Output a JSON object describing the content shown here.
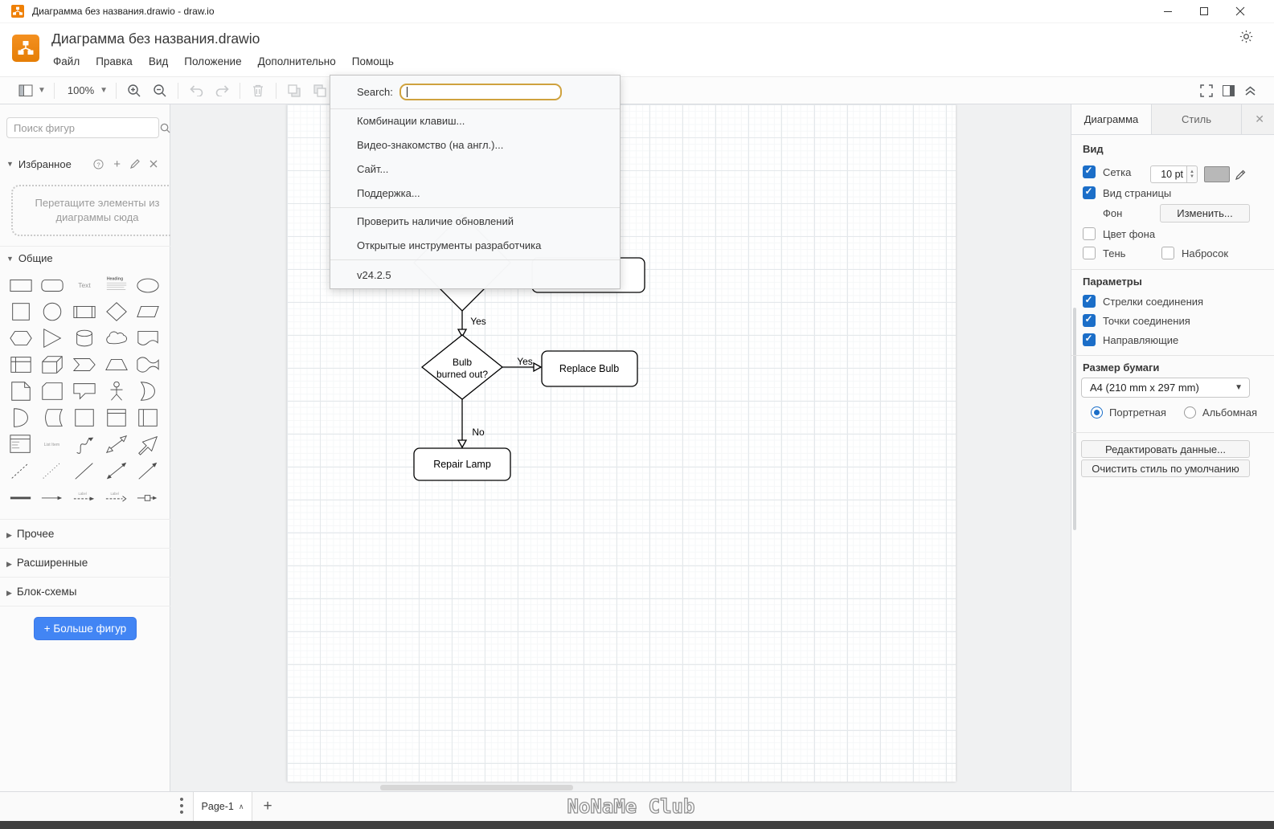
{
  "window": {
    "title": "Диаграмма без названия.drawio - draw.io"
  },
  "header": {
    "title": "Диаграмма без названия.drawio",
    "menus": [
      "Файл",
      "Правка",
      "Вид",
      "Положение",
      "Дополнительно",
      "Помощь"
    ]
  },
  "toolbar": {
    "zoom_level": "100%"
  },
  "help_menu": {
    "search_label": "Search:",
    "items": [
      {
        "type": "item",
        "label": "Комбинации клавиш..."
      },
      {
        "type": "item",
        "label": "Видео-знакомство (на англ.)..."
      },
      {
        "type": "item",
        "label": "Сайт..."
      },
      {
        "type": "item",
        "label": "Поддержка..."
      },
      {
        "type": "separator"
      },
      {
        "type": "item",
        "label": "Проверить наличие обновлений"
      },
      {
        "type": "item",
        "label": "Открытые инструменты разработчика"
      },
      {
        "type": "separator"
      },
      {
        "type": "item",
        "label": "v24.2.5",
        "muted": true
      }
    ]
  },
  "sidebar": {
    "search_placeholder": "Поиск фигур",
    "favorites_title": "Избранное",
    "favorites_hint": "Перетащите элементы из диаграммы сюда",
    "general_title": "Общие",
    "collapsed_sections": [
      "Прочее",
      "Расширенные",
      "Блок-схемы"
    ],
    "more_shapes": "+ Больше фигур",
    "shapes": [
      "rectangle",
      "rounded-rectangle",
      "text",
      "heading",
      "ellipse",
      "square",
      "circle",
      "process",
      "diamond",
      "parallelogram",
      "hexagon",
      "triangle",
      "cylinder",
      "cloud",
      "document",
      "internal-storage",
      "cube",
      "step",
      "trapezoid",
      "tape",
      "note",
      "card",
      "callout",
      "actor",
      "or",
      "and",
      "data-storage",
      "container",
      "container-title",
      "vertical-container",
      "list",
      "list-item",
      "curve",
      "bidirectional-arrow",
      "arrow",
      "dashed-line",
      "dotted-line",
      "line",
      "bidirectional-connector",
      "directional-connector",
      "link",
      "directional-link",
      "label-arrow",
      "label-arrow-dashed",
      "connector-box"
    ]
  },
  "canvas": {
    "flowchart": {
      "edge_yes_top": "Yes",
      "decision_line1": "Bulb",
      "decision_line2": "burned out?",
      "edge_yes_right": "Yes",
      "edge_no": "No",
      "node_replace": "Replace Bulb",
      "node_repair": "Repair Lamp"
    }
  },
  "format_panel": {
    "tab_diagram": "Диаграмма",
    "tab_style": "Стиль",
    "view": {
      "heading": "Вид",
      "grid": "Сетка",
      "grid_size": "10 pt",
      "page_view": "Вид страницы",
      "background": "Фон",
      "change_button": "Изменить...",
      "background_color": "Цвет фона",
      "shadow": "Тень",
      "sketch": "Набросок"
    },
    "options": {
      "heading": "Параметры",
      "connection_arrows": "Стрелки соединения",
      "connection_points": "Точки соединения",
      "guides": "Направляющие"
    },
    "paper": {
      "heading": "Размер бумаги",
      "size_value": "A4 (210 mm x 297 mm)",
      "portrait": "Портретная",
      "landscape": "Альбомная"
    },
    "edit_data_button": "Редактировать данные...",
    "clear_style_button": "Очистить стиль по умолчанию"
  },
  "footer": {
    "page_tab": "Page-1",
    "watermark": "NoNaMe Club"
  },
  "colors": {
    "logo_orange": "#f08705",
    "accent_blue": "#4285f4",
    "checkbox_blue": "#1b6ec8",
    "search_focus_gold": "#cfa23e"
  }
}
